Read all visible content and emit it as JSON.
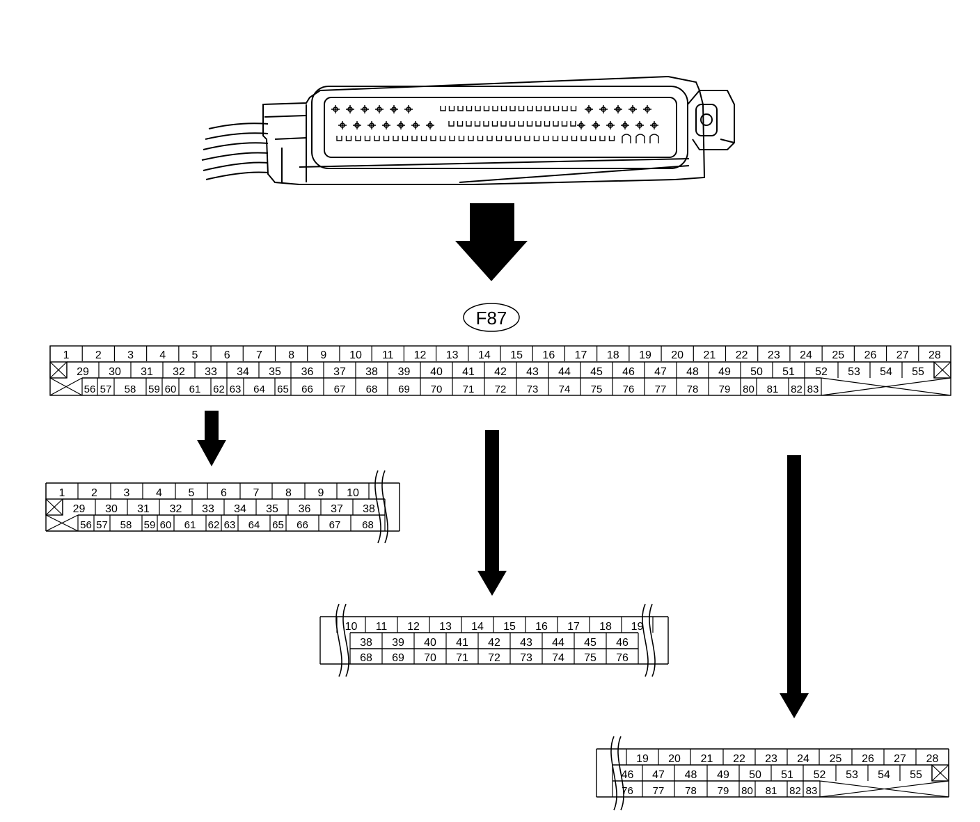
{
  "connector_label": "F87",
  "main_table": {
    "row1": [
      "1",
      "2",
      "3",
      "4",
      "5",
      "6",
      "7",
      "8",
      "9",
      "10",
      "11",
      "12",
      "13",
      "14",
      "15",
      "16",
      "17",
      "18",
      "19",
      "20",
      "21",
      "22",
      "23",
      "24",
      "25",
      "26",
      "27",
      "28"
    ],
    "row2": [
      "29",
      "30",
      "31",
      "32",
      "33",
      "34",
      "35",
      "36",
      "37",
      "38",
      "39",
      "40",
      "41",
      "42",
      "43",
      "44",
      "45",
      "46",
      "47",
      "48",
      "49",
      "50",
      "51",
      "52",
      "53",
      "54",
      "55"
    ],
    "row3": [
      "56",
      "57",
      "58",
      "59",
      "60",
      "61",
      "62",
      "63",
      "64",
      "65",
      "66",
      "67",
      "68",
      "69",
      "70",
      "71",
      "72",
      "73",
      "74",
      "75",
      "76",
      "77",
      "78",
      "79",
      "80",
      "81",
      "82",
      "83"
    ]
  },
  "detail_left": {
    "row1": [
      "1",
      "2",
      "3",
      "4",
      "5",
      "6",
      "7",
      "8",
      "9",
      "10"
    ],
    "row2": [
      "29",
      "30",
      "31",
      "32",
      "33",
      "34",
      "35",
      "36",
      "37",
      "38"
    ],
    "row3": [
      "56",
      "57",
      "58",
      "59",
      "60",
      "61",
      "62",
      "63",
      "64",
      "65",
      "66",
      "67",
      "68"
    ]
  },
  "detail_center": {
    "row1": [
      "10",
      "11",
      "12",
      "13",
      "14",
      "15",
      "16",
      "17",
      "18",
      "19"
    ],
    "row2": [
      "38",
      "39",
      "40",
      "41",
      "42",
      "43",
      "44",
      "45",
      "46"
    ],
    "row3": [
      "68",
      "69",
      "70",
      "71",
      "72",
      "73",
      "74",
      "75",
      "76"
    ]
  },
  "detail_right": {
    "row1": [
      "19",
      "20",
      "21",
      "22",
      "23",
      "24",
      "25",
      "26",
      "27",
      "28"
    ],
    "row2": [
      "46",
      "47",
      "48",
      "49",
      "50",
      "51",
      "52",
      "53",
      "54",
      "55"
    ],
    "row3": [
      "76",
      "77",
      "78",
      "79",
      "80",
      "81",
      "82",
      "83"
    ]
  }
}
